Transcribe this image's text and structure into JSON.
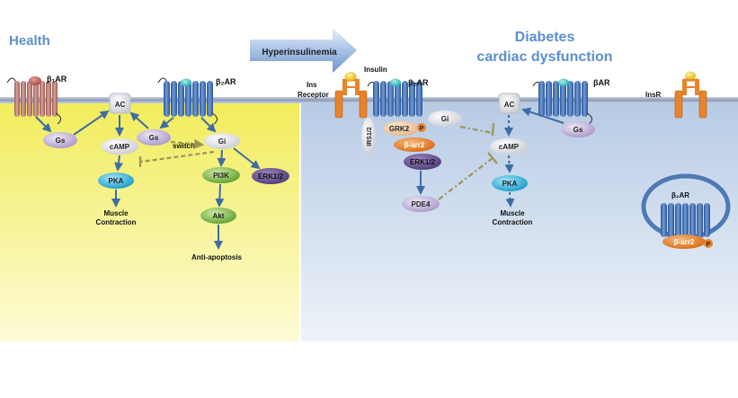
{
  "panels": {
    "health_title": "Health",
    "diabetes_title_line1": "Diabetes",
    "diabetes_title_line2": "cardiac dysfunction",
    "arrow_label": "Hyperinsulinemia"
  },
  "health": {
    "b1ar": "β₁AR",
    "b2ar": "β₂AR",
    "ac": "AC",
    "gs_left": "Gs",
    "gs_mid": "Gs",
    "gi": "Gi",
    "camp": "cAMP",
    "pka": "PKA",
    "switch": "switch",
    "pi3k": "PI3K",
    "erk": "ERK1/2",
    "akt": "Akt",
    "muscle1": "Muscle",
    "muscle2": "Contraction",
    "anti": "Anti-apoptosis"
  },
  "diabetes": {
    "insulin": "Insulin",
    "ins_receptor1": "Ins",
    "ins_receptor2": "Receptor",
    "irs": "IRS1/2",
    "b2ar": "β₂AR",
    "gi": "Gi",
    "grk2": "GRK2",
    "p": "P",
    "barr2": "β-arr2",
    "erk": "ERK1/2",
    "pde4": "PDE4",
    "ac": "AC",
    "bar": "βAR",
    "gs": "Gs",
    "camp": "cAMP",
    "pka": "PKA",
    "muscle1": "Muscle",
    "muscle2": "Contraction",
    "insr": "InsR",
    "b2ar_int": "β₂AR",
    "barr2_int": "β-arr2",
    "p_int": "P"
  },
  "colors": {
    "health_bg": "#f6f27a",
    "diabetes_bg": "#c5d6ea",
    "title_blue": "#5b8fce",
    "receptor_blue": "#3b6db3",
    "receptor_red": "#b97b74",
    "arrow_blue": "#3f6ca5",
    "dashed_olive": "#9d9457",
    "orange": "#e8832a",
    "gs_purple": "#c7b9dc",
    "pka_cyan": "#37b9dd",
    "green": "#7cc043"
  }
}
